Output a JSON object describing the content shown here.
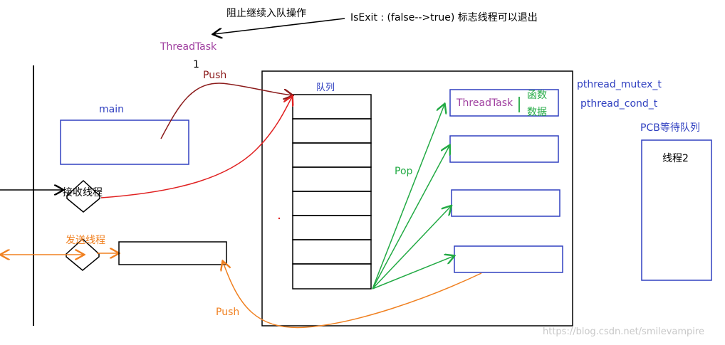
{
  "annotations": {
    "block_enqueue": "阻止继续入队操作",
    "isexit_note": "IsExit : (false-->true)  标志线程可以退出",
    "threadtask_top": "ThreadTask",
    "number_one": "1",
    "push_top": "Push",
    "queue_label": "队列",
    "main_label": "main",
    "receive_thread": "接收线程",
    "send_thread": "发送线程",
    "pop_label": "Pop",
    "push_bottom": "Push",
    "threadtask_box": "ThreadTask",
    "function_data_1": "函数",
    "function_data_2": "数据",
    "mutex": "pthread_mutex_t",
    "cond": "pthread_cond_t",
    "pcb_queue": "PCB等待队列",
    "thread2": "线程2",
    "watermark": "https://blog.csdn.net/smilevampire"
  },
  "colors": {
    "purple": "#a040a0",
    "blue": "#3040c0",
    "green": "#22aa44",
    "dark_red": "#8b1a1a",
    "red": "#e02020",
    "orange": "#f08020",
    "black": "#000000"
  }
}
